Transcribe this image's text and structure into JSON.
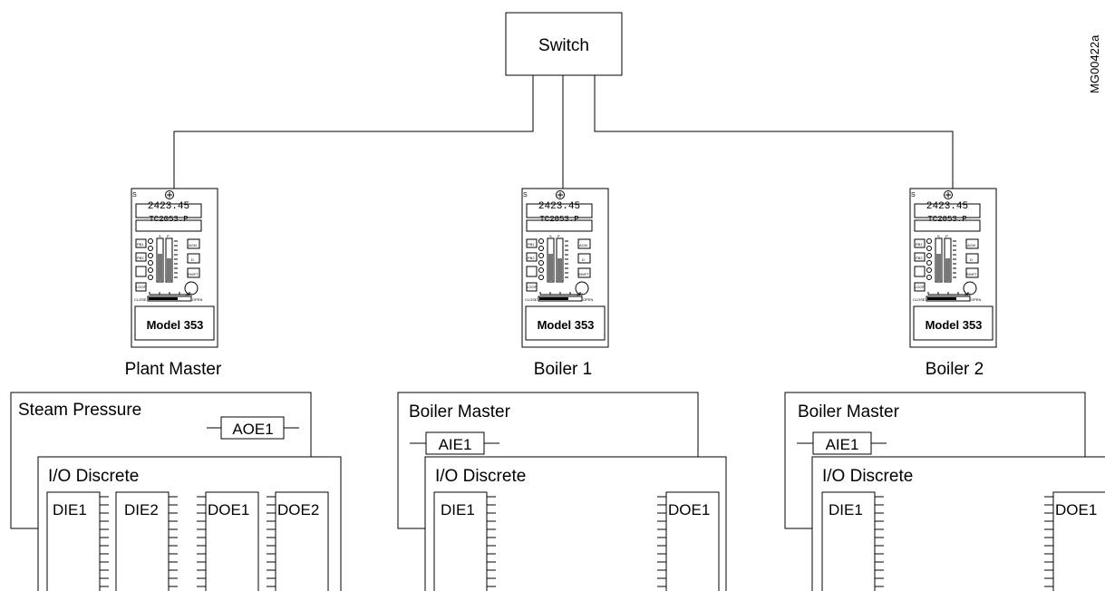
{
  "figure_id": "MG00422a",
  "switch_label": "Switch",
  "display": {
    "value": "2423.45",
    "tag": "TC2053.P",
    "scale_s": "S",
    "scale_p": "P",
    "btn_pb1": "PB1",
    "btn_pb2": "PB2",
    "btn_loop": "LOOP",
    "btn_acm": "ACM",
    "btn_d": "D",
    "btn_shift": "SHIFT",
    "close": "CLOSE",
    "open": "OPEN",
    "scale_100": "100"
  },
  "controllers": [
    {
      "label": "Plant Master",
      "model": "Model 353"
    },
    {
      "label": "Boiler 1",
      "model": "Model 353"
    },
    {
      "label": "Boiler 2",
      "model": "Model 353"
    }
  ],
  "plant_master_blocks": {
    "steam_pressure": {
      "title": "Steam Pressure",
      "aoe": "AOE1"
    },
    "io_discrete": {
      "title": "I/O Discrete",
      "blocks": [
        "DIE1",
        "DIE2",
        "DOE1",
        "DOE2"
      ]
    }
  },
  "boiler_blocks": [
    {
      "title": "Boiler Master",
      "aie": "AIE1",
      "io_title": "I/O Discrete",
      "die": "DIE1",
      "doe": "DOE1"
    },
    {
      "title": "Boiler Master",
      "aie": "AIE1",
      "io_title": "I/O Discrete",
      "die": "DIE1",
      "doe": "DOE1"
    }
  ]
}
